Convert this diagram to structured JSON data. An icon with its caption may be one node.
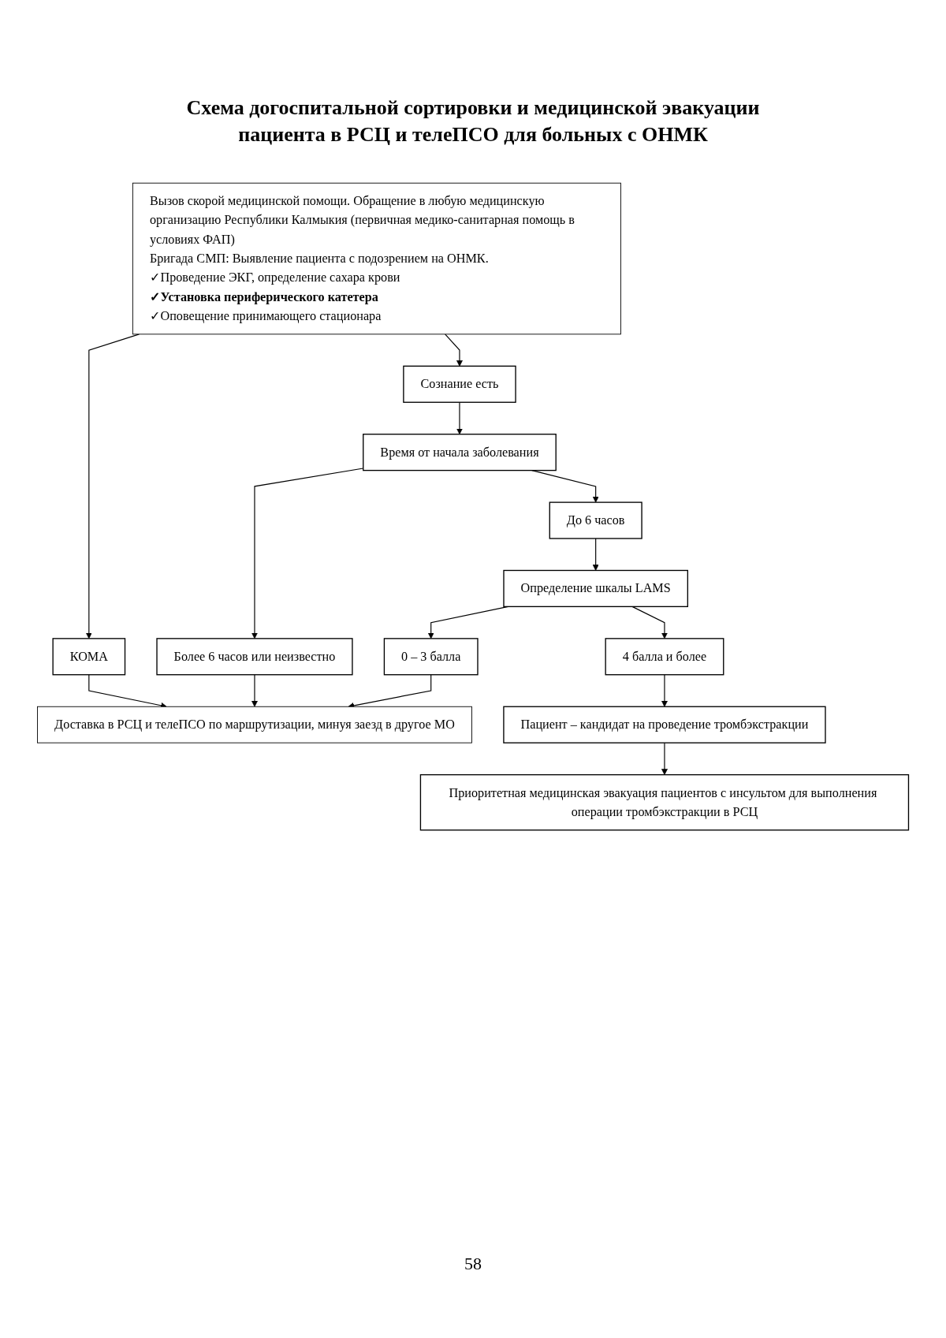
{
  "diagram": {
    "title": "Схема догоспитальной сортировки и медицинской эвакуации пациента в РСЦ и телеПСО для больных с ОНМК",
    "nodes": [
      {
        "text": [
          "Вызов скорой медицинской помощи. Обращение в любую медицинскую организацию Республики Калмыкия (первичная медико-санитарная помощь в условиях ФАП)",
          "Бригада СМП: Выявление пациента с подозрением на ОНМК.",
          "✓Проведение ЭКГ, определение сахара крови",
          "✓Установка периферического катетера",
          "✓Оповещение принимающего стационара"
        ]
      },
      {
        "text": [
          "Сознание есть"
        ]
      },
      {
        "text": [
          "КОМА"
        ]
      },
      {
        "text": [
          "Время от начала заболевания"
        ]
      },
      {
        "text": [
          "До 6 часов"
        ]
      },
      {
        "text": [
          "Более 6 часов или неизвестно"
        ]
      },
      {
        "text": [
          "Доставка в РСЦ и телеПСО по маршрутизации, минуя заезд в другое МО"
        ]
      },
      {
        "text": [
          "Определение шкалы LAMS"
        ]
      },
      {
        "text": [
          "0 – 3 балла"
        ]
      },
      {
        "text": [
          "4 балла и более"
        ]
      },
      {
        "text": [
          "Пациент – кандидат на проведение тромбэкстракции"
        ]
      },
      {
        "text": [
          "Приоритетная медицинская эвакуация пациентов с инсультом для выполнения операции тромбэкстракции в РСЦ"
        ]
      }
    ],
    "edges": [
      {
        "from": 0,
        "to": 1,
        "arrow": "to"
      },
      {
        "from": 0,
        "to": 2,
        "arrow": "to"
      },
      {
        "from": 1,
        "to": 3,
        "arrow": "to"
      },
      {
        "from": 3,
        "to": 4,
        "arrow": "to"
      },
      {
        "from": 3,
        "to": 5,
        "arrow": "to"
      },
      {
        "from": 2,
        "to": 6,
        "arrow": "to"
      },
      {
        "from": 5,
        "to": 6,
        "arrow": "to"
      },
      {
        "from": 4,
        "to": 7,
        "arrow": "to"
      },
      {
        "from": 7,
        "to": 8,
        "arrow": "to"
      },
      {
        "from": 8,
        "to": 6,
        "arrow": "to"
      },
      {
        "from": 7,
        "to": 9,
        "arrow": "to"
      },
      {
        "from": 9,
        "to": 10,
        "arrow": "to"
      },
      {
        "from": 10,
        "to": 11,
        "arrow": "to"
      }
    ],
    "labels": [
      "58"
    ]
  }
}
